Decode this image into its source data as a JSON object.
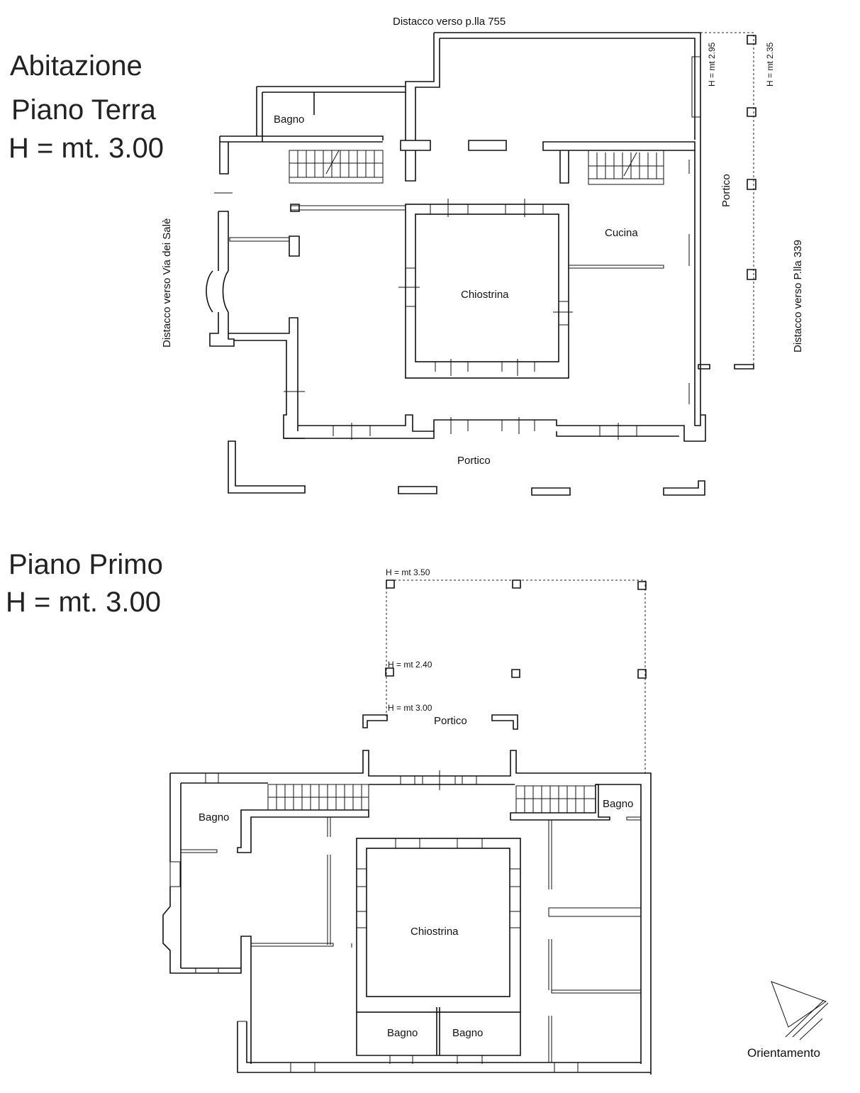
{
  "ground_floor": {
    "title": "Abitazione",
    "floor_name": "Piano Terra",
    "height": "H = mt. 3.00",
    "north_setback": "Distacco verso p.lla 755",
    "west_setback": "Distacco verso Via dei Salè",
    "east_setback": "Distacco verso P.lla 339",
    "rooms": {
      "bagno": "Bagno",
      "cucina": "Cucina",
      "chiostrina": "Chiostrina",
      "portico_east": "Portico",
      "portico_south": "Portico"
    },
    "heights": {
      "h1": "H = mt 2.95",
      "h2": "H = mt 2.35"
    }
  },
  "first_floor": {
    "floor_name": "Piano Primo",
    "height": "H = mt. 3.00",
    "heights": {
      "h1": "H = mt 3.50",
      "h2": "H = mt 2.40",
      "h3": "H = mt 3.00"
    },
    "rooms": {
      "portico": "Portico",
      "bagno_nw": "Bagno",
      "bagno_ne": "Bagno",
      "chiostrina": "Chiostrina",
      "bagno_s1": "Bagno",
      "bagno_s2": "Bagno"
    }
  },
  "orientation": "Orientamento"
}
